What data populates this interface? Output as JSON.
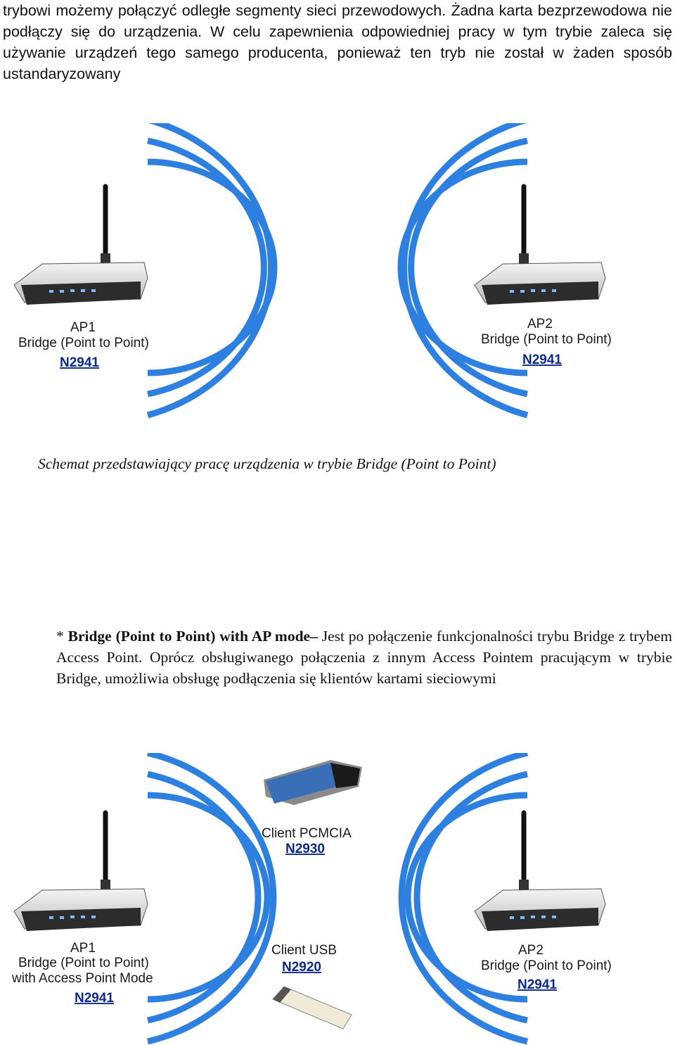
{
  "paragraph1": "trybowi możemy połączyć odległe segmenty sieci przewodowych. Żadna karta bezprzewodowa nie podłączy się do urządzenia. W celu zapewnienia odpowiedniej pracy w tym trybie zaleca się używanie urządzeń tego samego producenta, ponieważ ten tryb nie został w żaden sposób ustandaryzowany",
  "figure1": {
    "ap1": {
      "name": "AP1",
      "mode": "Bridge (Point to Point)",
      "model": "N2941"
    },
    "ap2": {
      "name": "AP2",
      "mode": "Bridge (Point to Point)",
      "model": "N2941"
    }
  },
  "caption1": "Schemat przedstawiający pracę urządzenia w trybie Bridge (Point to Point)",
  "paragraph2": {
    "prefix": "* ",
    "bold": "Bridge (Point to Point) with AP mode–",
    "text": " Jest po połączenie funkcjonalności trybu Bridge z trybem Access Point. Oprócz obsługiwanego połączenia z innym Access Pointem pracującym w trybie Bridge, umożliwia obsługę podłączenia się klientów kartami sieciowymi"
  },
  "figure2": {
    "ap1": {
      "name": "AP1",
      "mode": "Bridge (Point to Point)",
      "mode2": "with Access Point Mode",
      "model": "N2941"
    },
    "ap2": {
      "name": "AP2",
      "mode": "Bridge (Point to Point)",
      "model": "N2941"
    },
    "client_pcmcia": {
      "name": "Client PCMCIA",
      "model": "N2930"
    },
    "client_usb": {
      "name": "Client USB",
      "model": "N2920"
    }
  }
}
